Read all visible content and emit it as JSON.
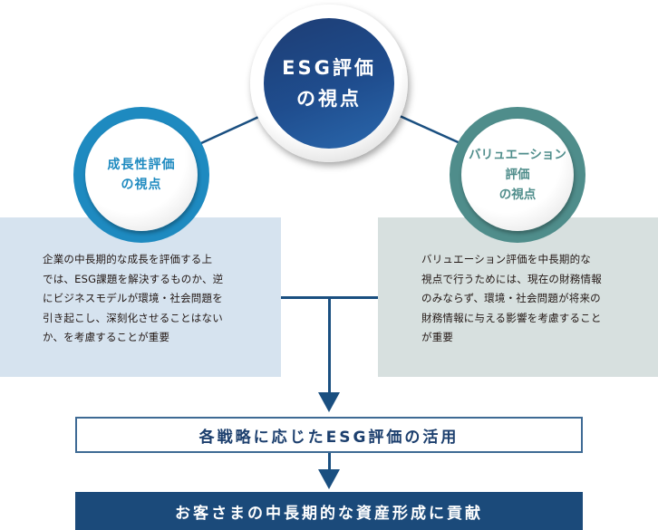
{
  "diagram": {
    "center_node": {
      "label": "ESG評価\nの視点",
      "color": "#1f4d8e"
    },
    "left_node": {
      "label": "成長性評価\nの視点",
      "color": "#1e8ac0"
    },
    "right_node": {
      "label": "バリュエーション\n評価\nの視点",
      "color": "#4f8d8b"
    },
    "left_panel": {
      "text": "企業の中長期的な成長を評価する上\nでは、ESG課題を解決するものか、逆\nにビジネスモデルが環境・社会問題を\n引き起こし、深刻化させることはない\nか、を考慮することが重要",
      "background": "#d6e3ef"
    },
    "right_panel": {
      "text": "バリュエーション評価を中長期的な\n視点で行うためには、現在の財務情報\nのみならず、環境・社会問題が将来の\n財務情報に与える影響を考慮すること\nが重要",
      "background": "#d7e0df"
    },
    "middle_box": {
      "label": "各戦略に応じたESG評価の活用"
    },
    "bottom_box": {
      "label": "お客さまの中長期的な資産形成に貢献",
      "color": "#1b4a7a"
    },
    "connector_color": "#1a4f80"
  }
}
